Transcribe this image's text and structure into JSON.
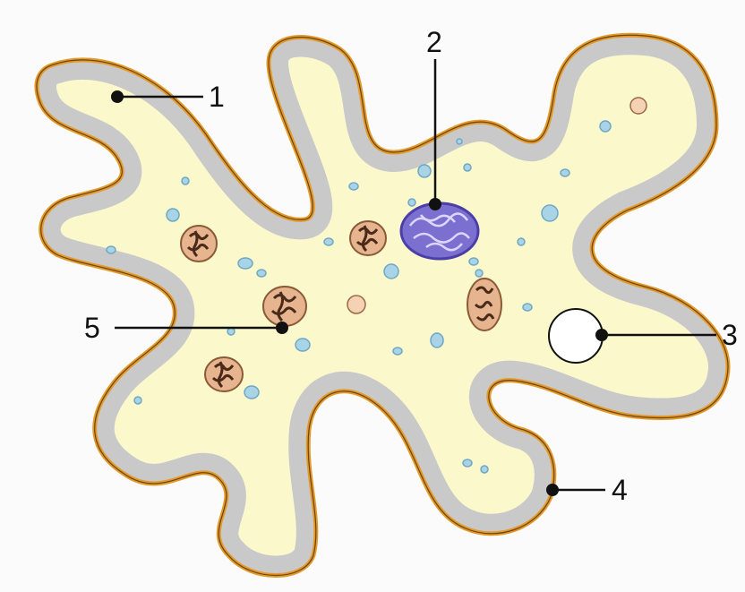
{
  "colors": {
    "background": "#fbfbfb",
    "cell_membrane": "#e39a2b",
    "ectoplasm": "#c9c9c9",
    "endoplasm": "#fbf8cc",
    "nucleus": "#7b6fd0",
    "nucleus_outline": "#4a3fa8",
    "vesicle": "#a9d3e6",
    "vesicle_outline": "#6fa8c4",
    "food_vacuole": "#e6b48f",
    "food_vacuole_outline": "#8a5a36",
    "contractile_vacuole": "#ffffff",
    "granule": "#f6d2b4"
  },
  "labels": [
    {
      "number": "1"
    },
    {
      "number": "2"
    },
    {
      "number": "3"
    },
    {
      "number": "4"
    },
    {
      "number": "5"
    }
  ]
}
